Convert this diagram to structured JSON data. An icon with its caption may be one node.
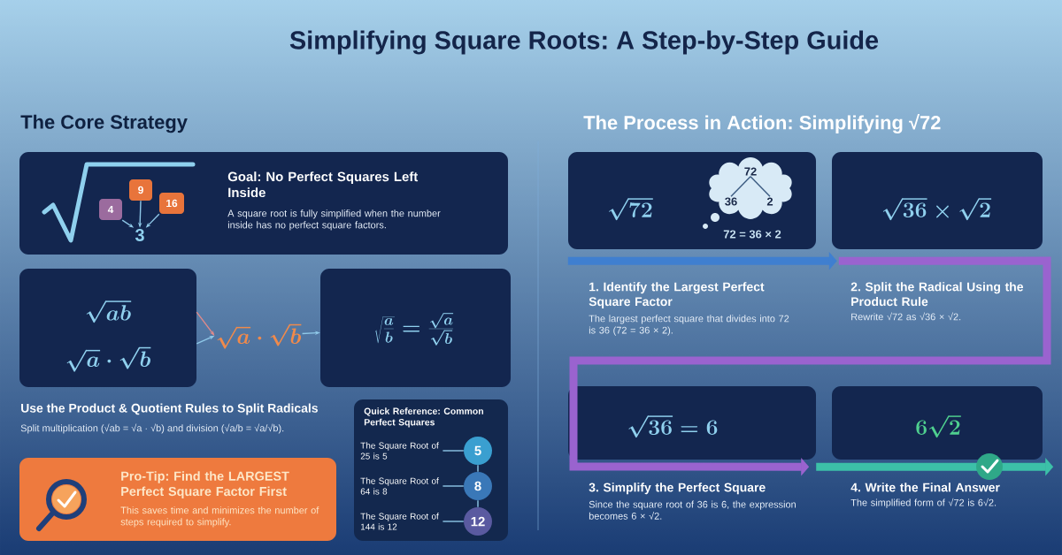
{
  "diagram": {
    "title": "Simplifying Square Roots: A Step-by-Step Guide",
    "nodes": [
      {
        "text": [
          "Goal: No Perfect Squares Left Inside",
          "A square root is fully simplified when the number inside has no perfect square factors."
        ]
      },
      {
        "text": [
          "9"
        ],
        "in": 0
      },
      {
        "text": [
          "4"
        ],
        "in": 0
      },
      {
        "text": [
          "16"
        ],
        "in": 0
      },
      {
        "text": [
          "3"
        ],
        "in": 0
      },
      {
        "text": [
          "\\sqrt{ab}",
          "\\sqrt{a}\\cdot\\sqrt{b}"
        ]
      },
      {
        "text": [
          "\\sqrt{a}\\cdot\\sqrt{b}"
        ]
      },
      {
        "text": [
          "\\sqrt{\\frac{a}{b}}=\\frac{\\sqrt{a}}{\\sqrt{b}}"
        ]
      },
      {
        "text": [
          "Pro-Tip: Find the LARGEST Perfect Square Factor First",
          "This saves time and minimizes the number of steps required to simplify."
        ]
      },
      {
        "text": [
          "Quick Reference: Common Perfect Squares"
        ]
      },
      {
        "text": [
          "The Square Root of 25 is 5"
        ],
        "in": 9
      },
      {
        "text": [
          "5"
        ],
        "in": 9
      },
      {
        "text": [
          "The Square Root of 64 is 8"
        ],
        "in": 9
      },
      {
        "text": [
          "8"
        ],
        "in": 9
      },
      {
        "text": [
          "The Square Root of 144 is 12"
        ],
        "in": 9
      },
      {
        "text": [
          "12"
        ],
        "in": 9
      },
      {
        "text": [
          "\\sqrt{72}",
          "72 = 36 × 2"
        ],
        "beside": [
          "1. Identify the Largest Perfect Square Factor",
          "The largest perfect square that divides into 72 is 36 (72 = 36 × 2)."
        ]
      },
      {
        "text": [],
        "shape": "cloud",
        "in": 16
      },
      {
        "text": [
          "72"
        ],
        "in": 17
      },
      {
        "text": [
          "36"
        ],
        "in": 17
      },
      {
        "text": [
          "2"
        ],
        "in": 17
      },
      {
        "text": [
          "\\sqrt{36}\\times\\sqrt{2}"
        ],
        "beside": [
          "2. Split the Radical Using the Product Rule",
          "Rewrite √72 as √36 × √2."
        ]
      },
      {
        "text": [
          "\\sqrt{36}=6"
        ],
        "beside": [
          "3. Simplify the Perfect Square",
          "Since the square root of 36 is 6, the expression becomes 6 × √2."
        ]
      },
      {
        "text": [
          "6\\sqrt{2}"
        ],
        "beside": [
          "4. Write the Final Answer",
          "The simplified form of √72 is 6√2."
        ]
      }
    ],
    "edges": [
      {
        "from": 2,
        "to": 4,
        "arrow": "to"
      },
      {
        "from": 1,
        "to": 4,
        "arrow": "to"
      },
      {
        "from": 3,
        "to": 4,
        "arrow": "to"
      },
      {
        "from": 5,
        "to": 6,
        "arrow": "to"
      },
      {
        "from": 5,
        "to": 6,
        "arrow": "to",
        "color": "#e08a8a"
      },
      {
        "from": 6,
        "to": 7,
        "arrow": "to"
      },
      {
        "from": 10,
        "to": 11,
        "arrow": "none"
      },
      {
        "from": 12,
        "to": 13,
        "arrow": "none"
      },
      {
        "from": 14,
        "to": 15,
        "arrow": "none"
      },
      {
        "from": 11,
        "to": 13,
        "arrow": "none"
      },
      {
        "from": 13,
        "to": 15,
        "arrow": "none"
      },
      {
        "from": 18,
        "to": 19,
        "arrow": "none",
        "color": "#3a5a80"
      },
      {
        "from": 18,
        "to": 20,
        "arrow": "none",
        "color": "#3a5a80"
      },
      {
        "from": 16,
        "to": 21,
        "arrow": "to",
        "style": "thick",
        "color": "#3f7fd0"
      },
      {
        "from": 21,
        "to": 22,
        "arrow": "to",
        "style": "thick",
        "color": "#9a63cf"
      },
      {
        "from": 22,
        "to": 23,
        "arrow": "to",
        "style": "thick",
        "color": "#3cc0a8"
      }
    ],
    "labels": [
      "The Core Strategy",
      "The Process in Action: Simplifying √72",
      "Use the Product & Quotient Rules to Split Radicals",
      "Split multiplication (√ab = √a · √b) and division (√a/b = √a/√b)."
    ]
  }
}
